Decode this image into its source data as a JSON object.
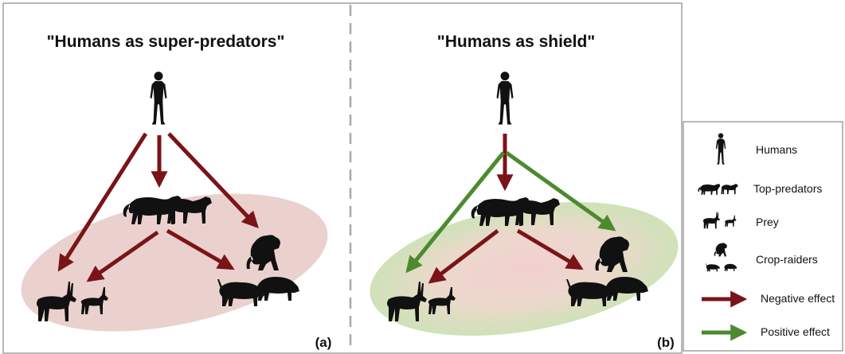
{
  "panel_a": {
    "title": "\"Humans as super-predators\"",
    "label": "(a)"
  },
  "panel_b": {
    "title": "\"Humans as shield\"",
    "label": "(b)"
  },
  "legend": {
    "humans": "Humans",
    "top_predators": "Top-predators",
    "prey": "Prey",
    "crop_raiders": "Crop-raiders",
    "negative_effect": "Negative effect",
    "positive_effect": "Positive effect"
  },
  "colors": {
    "negative_arrow": "#7a1418",
    "positive_arrow": "#4c8a2e",
    "ellipse_a": "#e6c9c6",
    "ellipse_b_edge": "#d6e6c0",
    "ellipse_b_center": "#f1d0d0",
    "silhouette": "#111111",
    "panel_border": "#a0a0a0",
    "divider": "#a8a8a8"
  },
  "icons": [
    "human-silhouette-icon",
    "big-cat-icon",
    "hyena-icon",
    "antelope-icon",
    "deer-icon",
    "baboon-icon",
    "warthog-icon",
    "boar-icon"
  ]
}
